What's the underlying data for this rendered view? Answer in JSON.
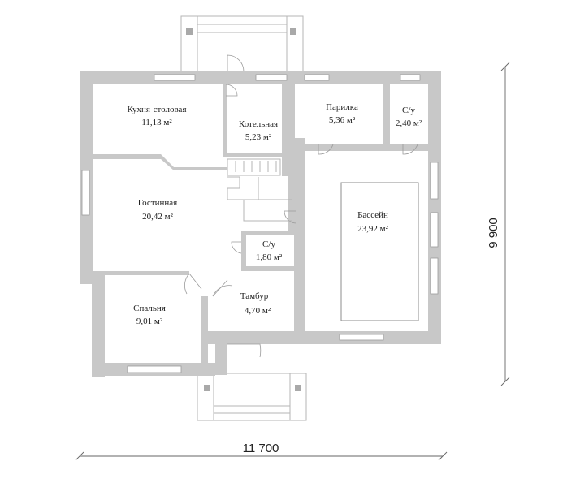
{
  "rooms": {
    "kitchen": {
      "name": "Кухня-столовая",
      "area": "11,13 м²"
    },
    "boiler": {
      "name": "Котельная",
      "area": "5,23 м²"
    },
    "sauna": {
      "name": "Парилка",
      "area": "5,36 м²"
    },
    "wc_top": {
      "name": "С/у",
      "area": "2,40 м²"
    },
    "living": {
      "name": "Гостинная",
      "area": "20,42 м²"
    },
    "pool": {
      "name": "Бассейн",
      "area": "23,92 м²"
    },
    "wc_mid": {
      "name": "С/у",
      "area": "1,80 м²"
    },
    "vestibule": {
      "name": "Тамбур",
      "area": "4,70 м²"
    },
    "bedroom": {
      "name": "Спальня",
      "area": "9,01 м²"
    }
  },
  "dimensions": {
    "width": "11 700",
    "depth": "9 900"
  }
}
